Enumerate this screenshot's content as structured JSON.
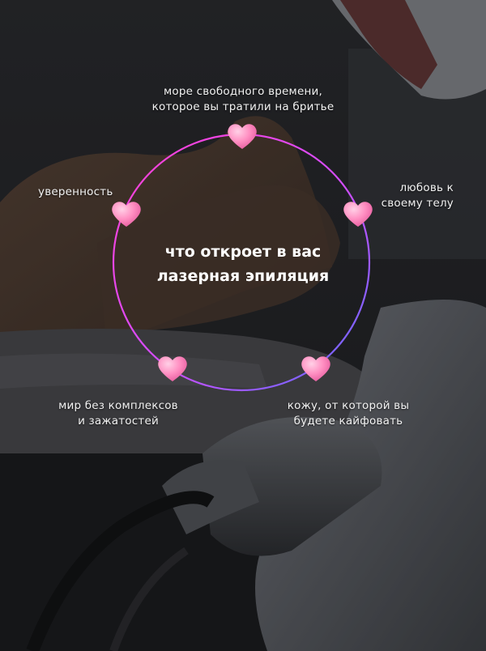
{
  "title": {
    "line1": "что откроет в вас",
    "line2": "лазерная эпиляция"
  },
  "benefits": {
    "top": {
      "line1": "море свободного времени,",
      "line2": "которое вы тратили на бритье"
    },
    "left": {
      "line1": "уверенность"
    },
    "right": {
      "line1": "любовь к",
      "line2": "своему телу"
    },
    "bottom_left": {
      "line1": "мир без комплексов",
      "line2": "и зажатостей"
    },
    "bottom_right": {
      "line1": "кожу, от которой вы",
      "line2": "будете кайфовать"
    }
  },
  "icons": {
    "marker": "heart-icon",
    "ring": "gradient-circle"
  },
  "colors": {
    "ring_start": "#ff3fd0",
    "ring_end": "#5a6cff",
    "heart": "#ff8fc2",
    "text": "#f2f2f2"
  }
}
